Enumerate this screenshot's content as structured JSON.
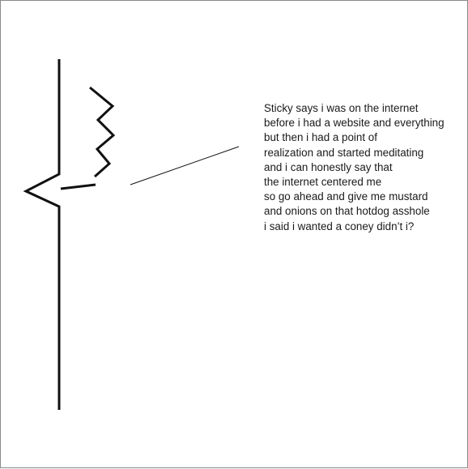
{
  "caption": {
    "lines": [
      "Sticky says i was on the internet",
      "before i had a website and everything",
      "but then i had a point of",
      "realization and started meditating",
      "and i can honestly say that",
      "the internet centered me",
      "so go ahead and give me mustard",
      "and onions on that hotdog asshole",
      "i said i wanted a coney didn’t i?"
    ]
  },
  "colors": {
    "ink": "#111111",
    "frame": "#8a8a8a",
    "background": "#ffffff"
  }
}
